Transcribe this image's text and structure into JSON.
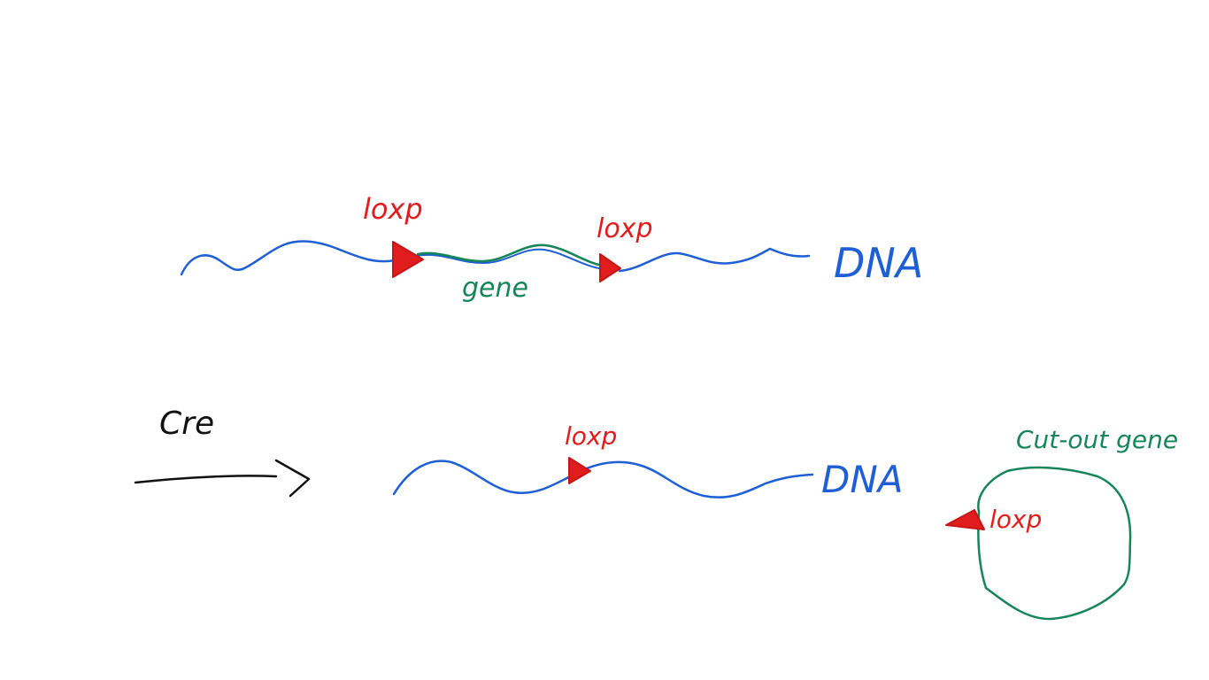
{
  "colors": {
    "dna": "#1f5fd6",
    "loxp": "#e01c1c",
    "gene": "#17855a",
    "arrow": "#111111",
    "background": "#ffffff"
  },
  "top": {
    "loxp_left": "loxp",
    "loxp_right": "loxp",
    "gene": "gene",
    "dna": "DNA"
  },
  "bottom": {
    "enzyme": "Cre",
    "loxp": "loxp",
    "dna": "DNA"
  },
  "circle": {
    "label": "Cut-out gene",
    "loxp": "loxp"
  }
}
